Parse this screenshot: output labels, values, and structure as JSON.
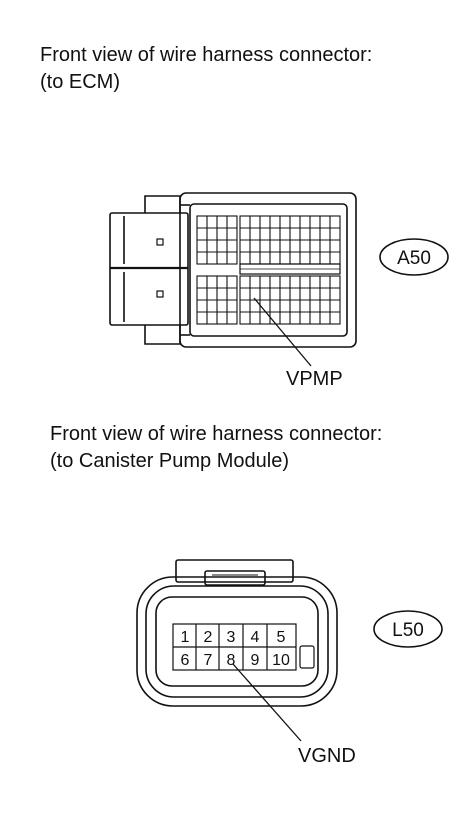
{
  "connectors": [
    {
      "caption": [
        "Front view of wire harness connector:",
        "(to ECM)"
      ],
      "code": "A50",
      "terminal": "VPMP"
    },
    {
      "caption": [
        "Front view of wire harness connector:",
        "(to Canister Pump Module)"
      ],
      "code": "L50",
      "terminal": "VGND",
      "pins_top": [
        "1",
        "2",
        "3",
        "4",
        "5"
      ],
      "pins_bottom": [
        "6",
        "7",
        "8",
        "9",
        "10"
      ]
    }
  ]
}
